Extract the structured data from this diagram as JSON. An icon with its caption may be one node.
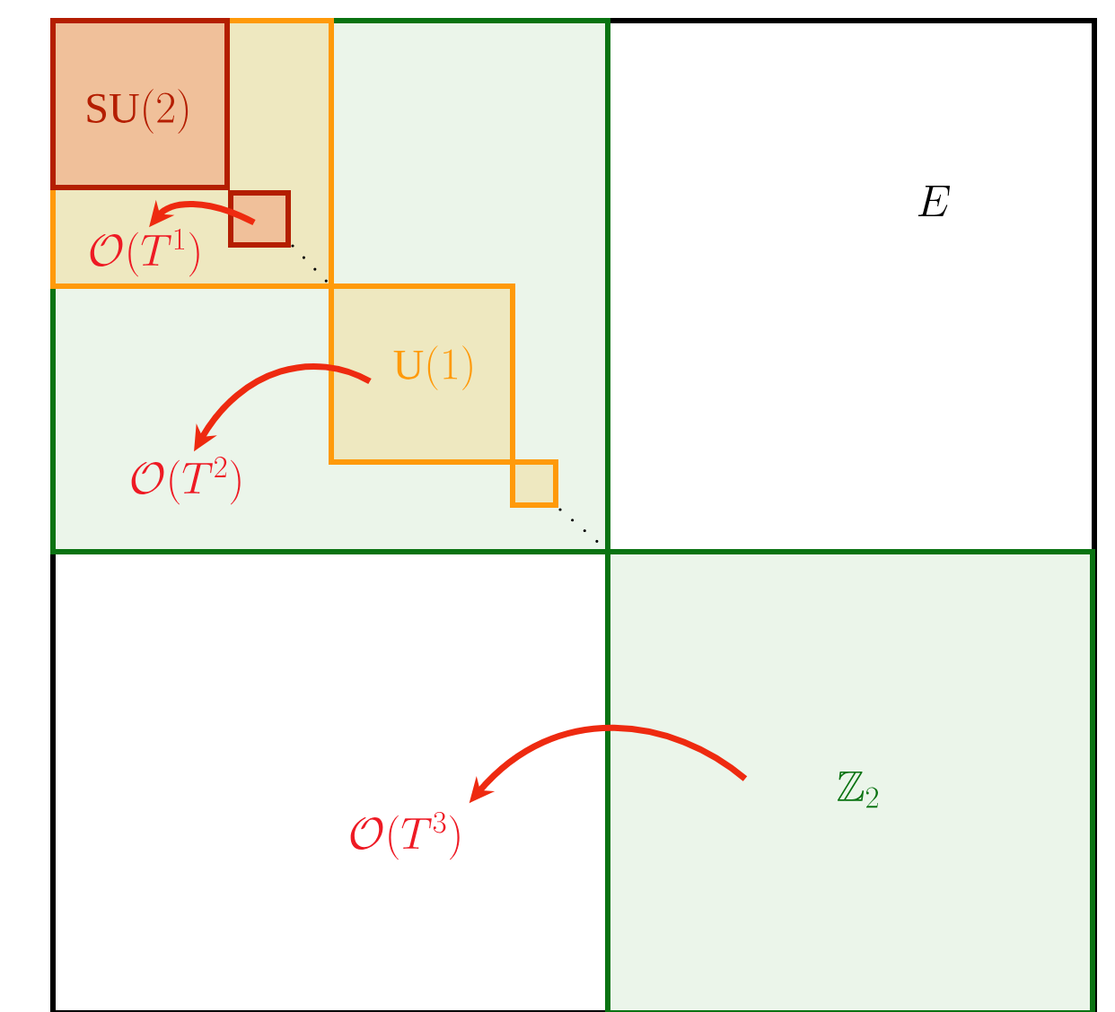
{
  "diagram": {
    "nodes": [
      {
        "text": [
          "E"
        ]
      },
      {
        "text": [],
        "shape": "box",
        "in": 0
      },
      {
        "text": [],
        "shape": "box",
        "in": 1
      },
      {
        "text": [
          "\\mathrm{SU}(2)"
        ],
        "in": 2
      },
      {
        "text": [],
        "shape": "box",
        "in": 2
      },
      {
        "text": [
          "\\mathcal{O}(T^{1})"
        ],
        "in": 2
      },
      {
        "text": [
          "\\mathrm{U}(1)"
        ],
        "in": 1
      },
      {
        "text": [],
        "shape": "box",
        "in": 1
      },
      {
        "text": [
          "\\mathcal{O}(T^{2})"
        ],
        "in": 1
      },
      {
        "text": [
          "\\mathbb{Z}_{2}"
        ],
        "in": 0
      },
      {
        "text": [
          "\\mathcal{O}(T^{3})"
        ],
        "in": 0
      }
    ],
    "edges": [
      {
        "from": 4,
        "to": 5,
        "arrow": "to"
      },
      {
        "from": 6,
        "to": 8,
        "arrow": "to"
      },
      {
        "from": 9,
        "to": 10,
        "arrow": "to"
      }
    ]
  }
}
